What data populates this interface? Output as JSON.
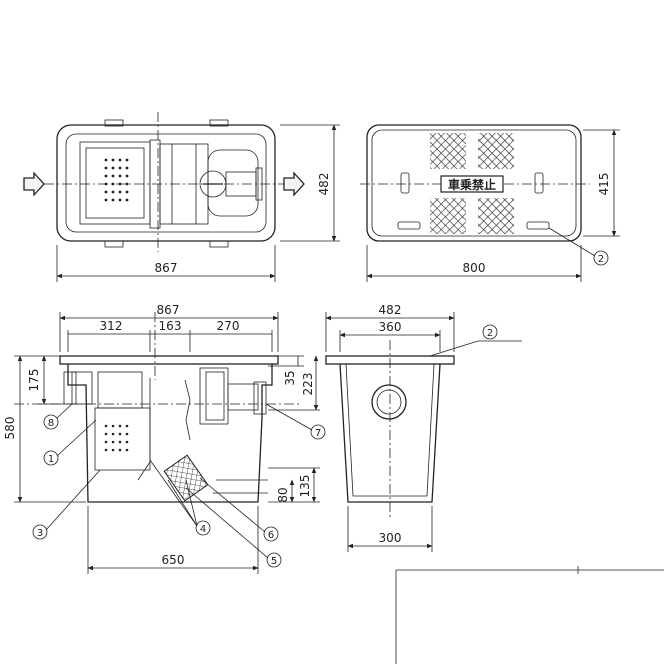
{
  "top_view_left": {
    "width_label": "867",
    "height_label": "482"
  },
  "top_view_right": {
    "width_label": "800",
    "height_label": "415",
    "lid_sign": "車乗禁止",
    "callout": "2"
  },
  "front_view": {
    "total_width": "867",
    "seg1": "312",
    "seg2": "163",
    "seg3": "270",
    "height_total": "580",
    "height_inlet": "175",
    "bottom_width": "650",
    "outlet_35": "35",
    "outlet_223": "223",
    "basket_135": "135",
    "basket_80": "80",
    "callouts": [
      "1",
      "3",
      "4",
      "5",
      "6",
      "7",
      "8"
    ]
  },
  "side_view": {
    "top_width": "482",
    "inner_width": "360",
    "bottom_width": "300",
    "callout": "2"
  }
}
